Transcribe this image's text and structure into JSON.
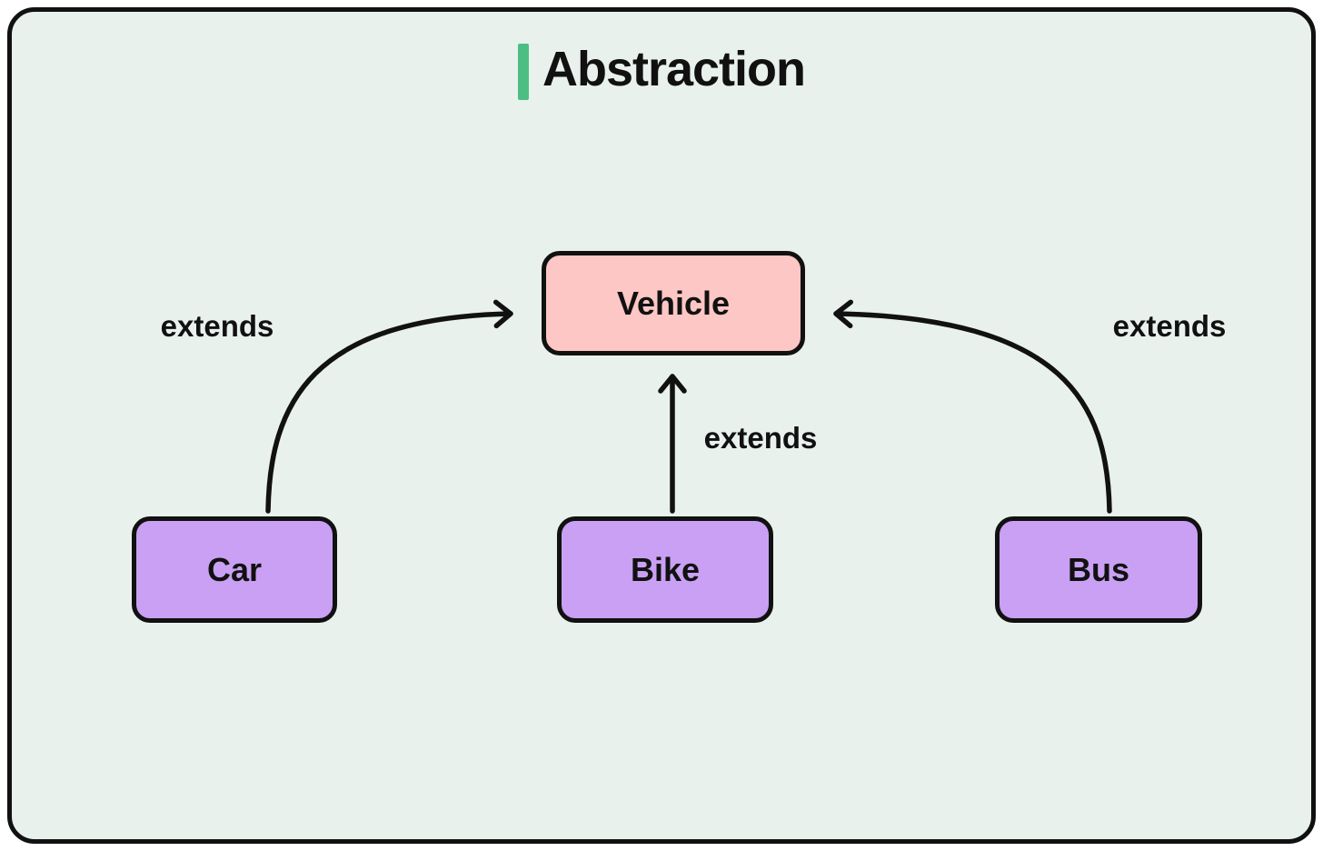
{
  "title": "Abstraction",
  "colors": {
    "page_background": "#ffffff",
    "panel_background": "#e9f1ed",
    "panel_border": "#111111",
    "title_accent_green": "#4dbe81",
    "parent_node_fill": "#fcc7c4",
    "child_node_fill": "#c9a0f3",
    "edge_stroke": "#111111",
    "text": "#111111"
  },
  "diagram": {
    "type": "inheritance-diagram",
    "parent": {
      "label": "Vehicle"
    },
    "children": [
      {
        "label": "Car"
      },
      {
        "label": "Bike"
      },
      {
        "label": "Bus"
      }
    ],
    "edges": [
      {
        "from": "Car",
        "to": "Vehicle",
        "label": "extends"
      },
      {
        "from": "Bike",
        "to": "Vehicle",
        "label": "extends"
      },
      {
        "from": "Bus",
        "to": "Vehicle",
        "label": "extends"
      }
    ]
  }
}
